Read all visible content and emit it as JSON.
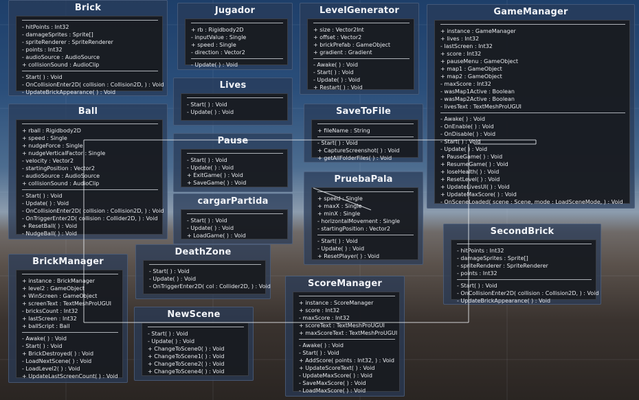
{
  "classes": [
    {
      "name": "Brick",
      "attributes": [
        "- hitPoints : Int32",
        "- damageSprites : Sprite[]",
        "- spriteRenderer : SpriteRenderer",
        "- points : Int32",
        "- audioSource : AudioSource",
        "+ collisionSound : AudioClip"
      ],
      "methods": [
        "- Start( ) : Void",
        "- OnCollisionEnter2D( collision : Collision2D, ) : Void",
        "- UpdateBrickAppearance( ) : Void"
      ]
    },
    {
      "name": "Jugador",
      "attributes": [
        "+ rb : Rigidbody2D",
        "- inputValue : Single",
        "+ speed : Single",
        "- direction : Vector2"
      ],
      "methods": [
        "- Update( ) : Void"
      ]
    },
    {
      "name": "LevelGenerator",
      "attributes": [
        "+ size : Vector2Int",
        "+ offset : Vector2",
        "+ brickPrefab : GameObject",
        "+ gradient : Gradient"
      ],
      "methods": [
        "- Awake( ) : Void",
        "- Start( ) : Void",
        "- Update( ) : Void",
        "+ Restart( ) : Void"
      ]
    },
    {
      "name": "GameManager",
      "attributes": [
        "+ instance : GameManager",
        "+ lives : Int32",
        "- lastScreen : Int32",
        "+ score : Int32",
        "+ pauseMenu : GameObject",
        "+ map1 : GameObject",
        "+ map2 : GameObject",
        "- maxScore : Int32",
        "- wasMap1Active : Boolean",
        "- wasMap2Active : Boolean",
        "- livesText : TextMeshProUGUI"
      ],
      "methods": [
        "- Awake( ) : Void",
        "- OnEnable( ) : Void",
        "- OnDisable( ) : Void",
        "- Start( ) : Void",
        "- Update( ) : Void",
        "+ PauseGame( ) : Void",
        "+ ResumeGame( ) : Void",
        "+ loseHealth( ) : Void",
        "+ ResetLevel( ) : Void",
        "+ UpdateLivesUI( ) : Void",
        "+ UpdateMaxScore( ) : Void",
        "- OnSceneLoaded( scene : Scene, mode : LoadSceneMode, ) : Void"
      ]
    },
    {
      "name": "Lives",
      "attributes": [],
      "methods": [
        "- Start( ) : Void",
        "- Update( ) : Void"
      ]
    },
    {
      "name": "SaveToFile",
      "attributes": [
        "+ fileName : String"
      ],
      "methods": [
        "- Start( ) : Void",
        "+ CaptureScreenshot( ) : Void",
        "+ getAllFolderFiles( ) : Void"
      ]
    },
    {
      "name": "Ball",
      "attributes": [
        "+ rball : Rigidbody2D",
        "+ speed : Single",
        "+ nudgeForce : Single",
        "+ nudgeVerticalFactor : Single",
        "- velocity : Vector2",
        "- startingPosition : Vector2",
        "- audioSource : AudioSource",
        "+ collisionSound : AudioClip"
      ],
      "methods": [
        "- Start( ) : Void",
        "- Update( ) : Void",
        "- OnCollisionEnter2D( collision : Collision2D, ) : Void",
        "- OnTriggerEnter2D( collision : Collider2D, ) : Void",
        "+ ResetBall( ) : Void",
        "- NudgeBall( ) : Void"
      ]
    },
    {
      "name": "Pause",
      "attributes": [],
      "methods": [
        "- Start( ) : Void",
        "- Update( ) : Void",
        "+ ExitGame( ) : Void",
        "+ SaveGame( ) : Void"
      ]
    },
    {
      "name": "PruebaPala",
      "attributes": [
        "+ speed : Single",
        "+ maxX : Single",
        "+ minX : Single",
        "- horizontalMovement : Single",
        "- startingPosition : Vector2"
      ],
      "methods": [
        "- Start( ) : Void",
        "- Update( ) : Void",
        "+ ResetPlayer( ) : Void"
      ]
    },
    {
      "name": "cargarPartida",
      "attributes": [],
      "methods": [
        "- Start( ) : Void",
        "- Update( ) : Void",
        "+ LoadGame( ) : Void"
      ]
    },
    {
      "name": "SecondBrick",
      "attributes": [
        "- hitPoints : Int32",
        "- damageSprites : Sprite[]",
        "- spriteRenderer : SpriteRenderer",
        "- points : Int32"
      ],
      "methods": [
        "- Start( ) : Void",
        "- OnCollisionEnter2D( collision : Collision2D, ) : Void",
        "- UpdateBrickAppearance( ) : Void"
      ]
    },
    {
      "name": "DeathZone",
      "attributes": [],
      "methods": [
        "- Start( ) : Void",
        "- Update( ) : Void",
        "- OnTriggerEnter2D( col : Collider2D, ) : Void"
      ]
    },
    {
      "name": "BrickManager",
      "attributes": [
        "+ instance : BrickManager",
        "+ level2 : GameObject",
        "+ WinScreen : GameObject",
        "+ screenText : TextMeshProUGUI",
        "- bricksCount : Int32",
        "+ lastScreen : Int32",
        "+ ballScript : Ball"
      ],
      "methods": [
        "- Awake( ) : Void",
        "- Start( ) : Void",
        "+ BrickDestroyed( ) : Void",
        "- LoadNextScene( ) : Void",
        "- LoadLevel2( ) : Void",
        "+ UpdateLastScreenCount( ) : Void"
      ]
    },
    {
      "name": "ScoreManager",
      "attributes": [
        "+ instance : ScoreManager",
        "+ score : Int32",
        "- maxScore : Int32",
        "+ scoreText : TextMeshProUGUI",
        "+ maxScoreText : TextMeshProUGUI"
      ],
      "methods": [
        "- Awake( ) : Void",
        "- Start( ) : Void",
        "+ AddScore( points : Int32, ) : Void",
        "+ UpdateScoreText( ) : Void",
        "- UpdateMaxScore( ) : Void",
        "- SaveMaxScore( ) : Void",
        "- LoadMaxScore( ) : Void"
      ]
    },
    {
      "name": "NewScene",
      "attributes": [],
      "methods": [
        "- Start( ) : Void",
        "- Update( ) : Void",
        "+ ChangeToScene0( ) : Void",
        "+ ChangeToScene1( ) : Void",
        "+ ChangeToScene2( ) : Void",
        "+ ChangeToScene4( ) : Void"
      ]
    }
  ]
}
